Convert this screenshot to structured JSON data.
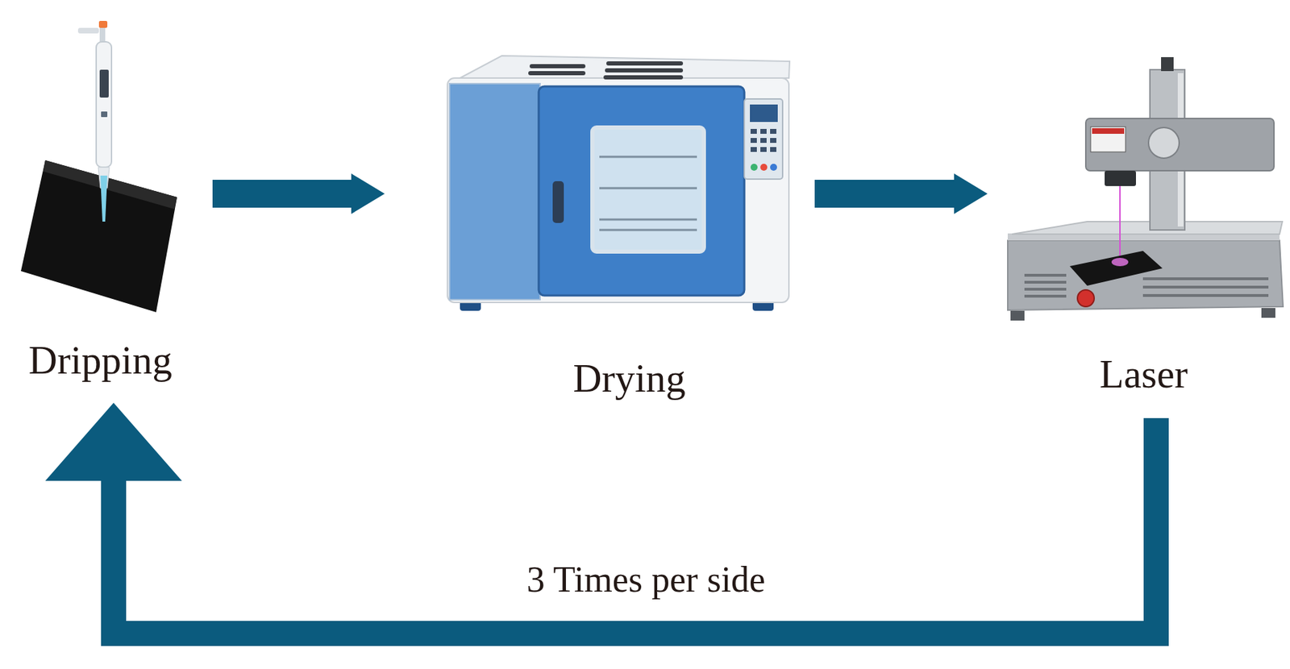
{
  "diagram": {
    "nodes": [
      {
        "text": [
          "Dripping"
        ]
      },
      {
        "text": [
          "Drying"
        ]
      },
      {
        "text": [
          "Laser"
        ]
      }
    ],
    "edges": [
      {
        "from": 0,
        "to": 1,
        "arrow": "to"
      },
      {
        "from": 1,
        "to": 2,
        "arrow": "to"
      },
      {
        "from": 2,
        "to": 0,
        "arrow": "to",
        "label": "3 Times per side"
      }
    ]
  }
}
